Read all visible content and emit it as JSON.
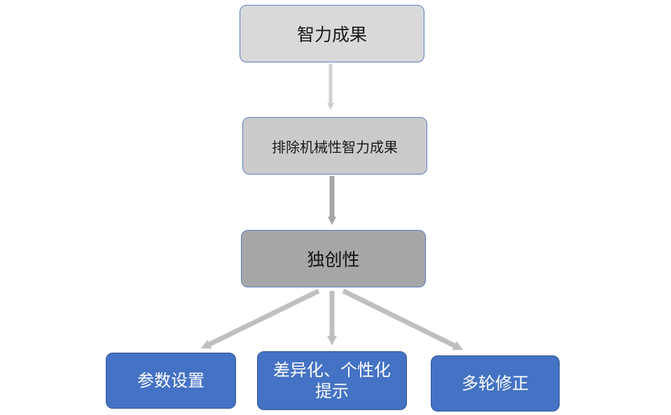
{
  "nodes": {
    "top": "智力成果",
    "second": "排除机械性智力成果",
    "third": "独创性",
    "left": "参数设置",
    "middle_line1": "差异化、个性化",
    "middle_line2": "提示",
    "right": "多轮修正"
  },
  "colors": {
    "top_fill": "#d9d9d9",
    "second_fill": "#cbcbcb",
    "third_fill": "#a6a6a6",
    "leaf_fill": "#4472c4",
    "border": "#5b7fc4",
    "arrow_light": "#d0d0d0",
    "arrow_mid": "#a6a6a6",
    "arrow_branch": "#bfbfbf"
  }
}
